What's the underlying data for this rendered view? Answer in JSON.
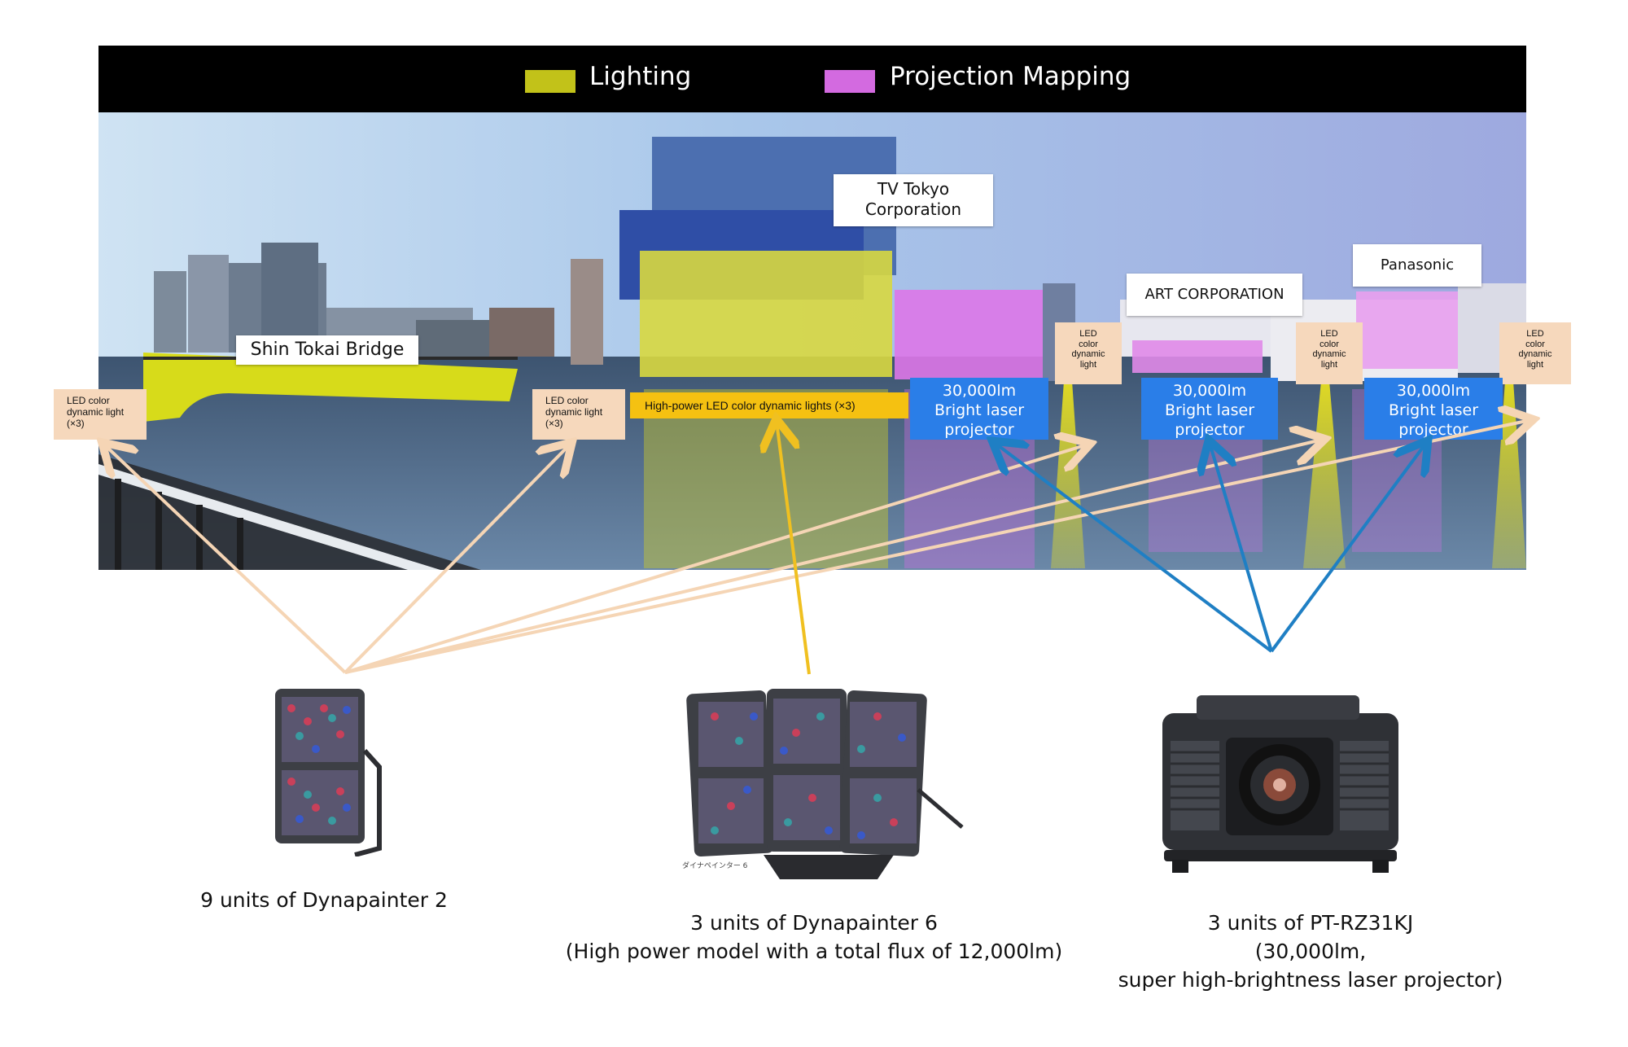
{
  "legend": {
    "lighting_label": "Lighting",
    "projection_label": "Projection Mapping",
    "lighting_color": "#c2c219",
    "projection_color": "#d36ae0"
  },
  "scene_labels": {
    "bridge": "Shin Tokai Bridge",
    "tv_tokyo": "TV Tokyo\nCorporation",
    "art_corp": "ART CORPORATION",
    "panasonic": "Panasonic",
    "led_left": "LED color\ndynamic light\n(×3)",
    "led_mid": "LED color\ndynamic light\n(×3)",
    "high_power": "High-power LED color dynamic lights  (×3)",
    "led_small_1": "LED\ncolor\ndynamic\nlight",
    "led_small_2": "LED\ncolor\ndynamic\nlight",
    "led_small_3": "LED\ncolor\ndynamic\nlight",
    "projector_1": "30,000lm\nBright laser\nprojector",
    "projector_2": "30,000lm\nBright laser\nprojector",
    "projector_3": "30,000lm\nBright laser\nprojector"
  },
  "products": {
    "dynapainter2_caption": "9 units of Dynapainter 2",
    "dynapainter6_caption": "3 units of Dynapainter 6\n(High power model with a total flux of 12,000lm)",
    "projector_caption": "3 units of PT-RZ31KJ\n(30,000lm,\nsuper high-brightness laser projector)",
    "dynapainter6_small_text": "ダイナペインター 6"
  },
  "arrow_colors": {
    "led": "#f5d5b5",
    "high_power": "#f0c020",
    "projector": "#1f7fc4"
  }
}
